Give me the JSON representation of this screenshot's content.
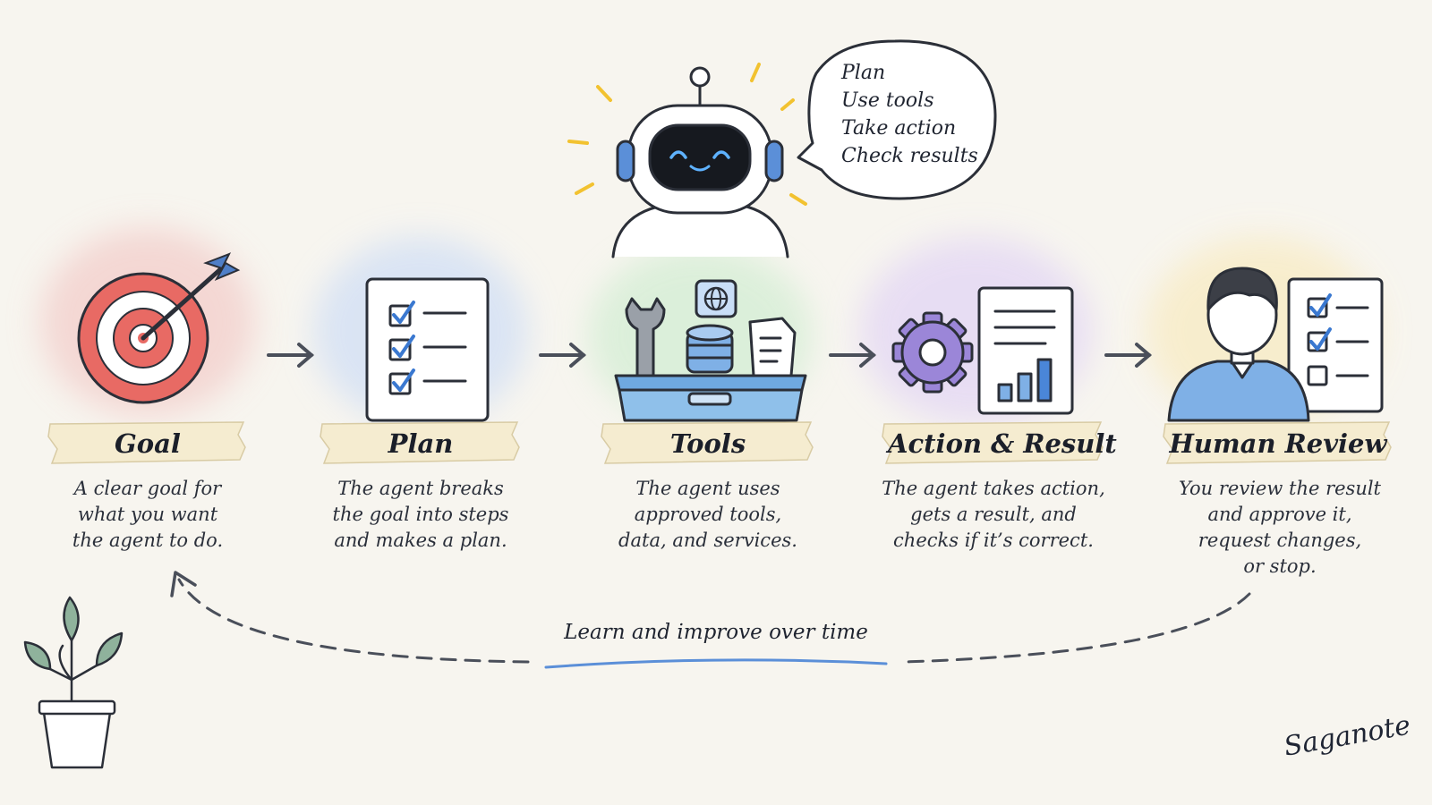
{
  "assistant": {
    "bubble_lines": [
      "Plan",
      "Use tools",
      "Take action",
      "Check results"
    ]
  },
  "steps": [
    {
      "title": "Goal",
      "description": [
        "A clear goal for",
        "what you want",
        "the agent to do."
      ],
      "icon": "target-icon",
      "color": "#f0c9c6"
    },
    {
      "title": "Plan",
      "description": [
        "The agent breaks",
        "the goal into steps",
        "and makes a plan."
      ],
      "icon": "checklist-icon",
      "color": "#cfdcf3"
    },
    {
      "title": "Tools",
      "description": [
        "The agent uses",
        "approved tools,",
        "data, and services."
      ],
      "icon": "toolbox-icon",
      "color": "#d3ecd3"
    },
    {
      "title": "Action & Result",
      "description": [
        "The agent takes action,",
        "gets a result, and",
        "checks if it’s correct."
      ],
      "icon": "gear-chart-icon",
      "color": "#e1d6f2"
    },
    {
      "title": "Human Review",
      "description": [
        "You review the result",
        "and approve it,",
        "request changes,",
        "or stop."
      ],
      "icon": "person-checklist-icon",
      "color": "#f6e9c4"
    }
  ],
  "loop": {
    "label": "Learn and improve over time"
  },
  "brand": {
    "signature": "Saganote"
  },
  "colors": {
    "accent_blue": "#4a86d8",
    "ink": "#2b2f38",
    "tape": "#f5ecd0"
  }
}
